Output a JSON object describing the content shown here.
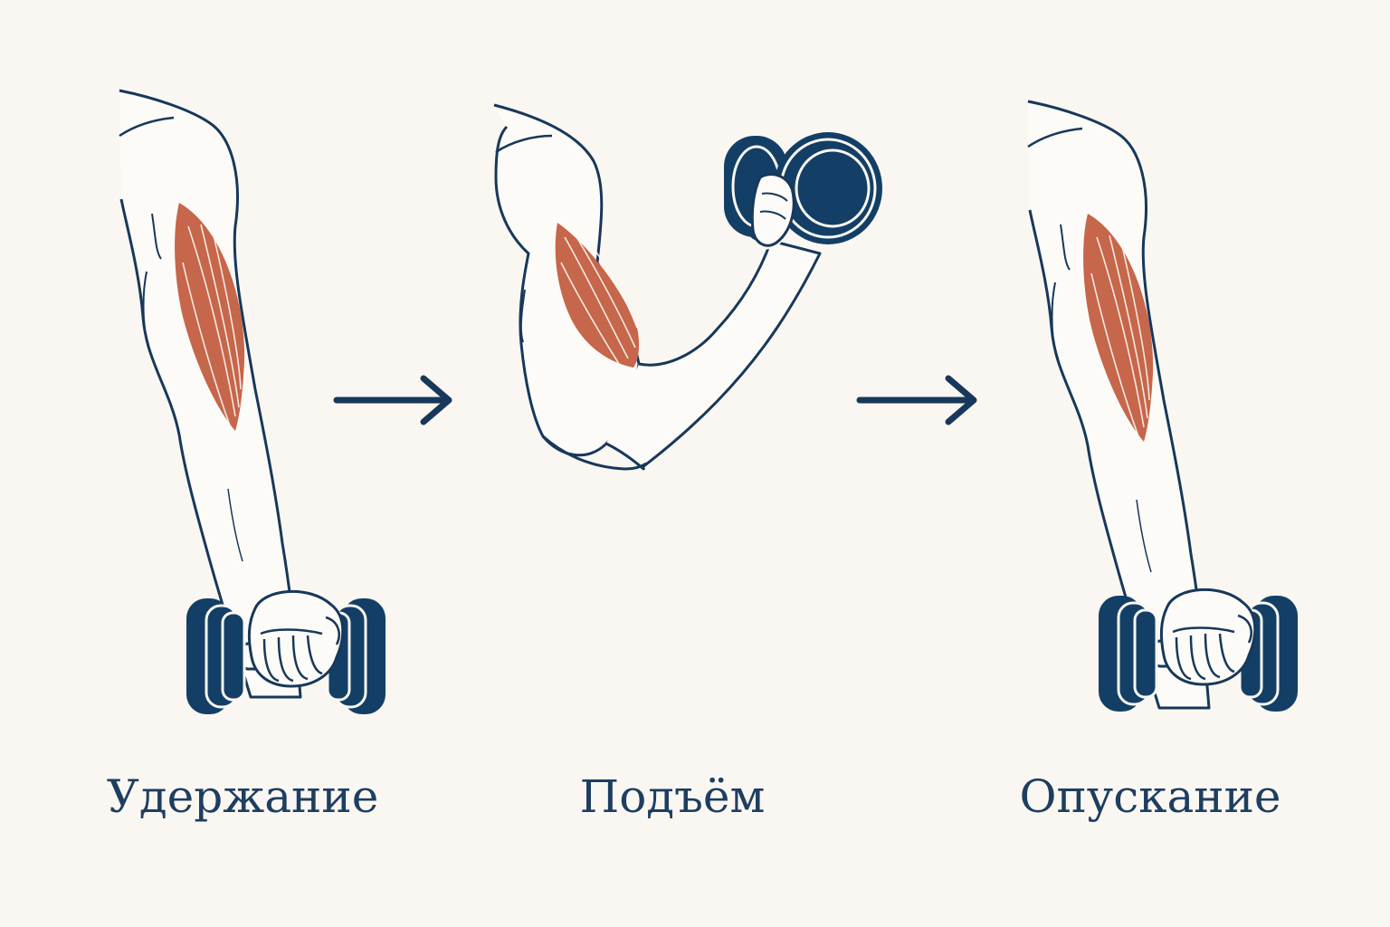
{
  "stages": [
    {
      "label": "Удержание"
    },
    {
      "label": "Подъём"
    },
    {
      "label": "Опускание"
    }
  ],
  "colors": {
    "background": "#faf7f2",
    "outline": "#17385a",
    "dumbbell": "#133f66",
    "muscle": "#c6664a",
    "skin": "#fdfbf8"
  },
  "icons": [
    "arm-extended-icon",
    "arm-curled-icon",
    "dumbbell-icon",
    "arrow-right-icon"
  ]
}
